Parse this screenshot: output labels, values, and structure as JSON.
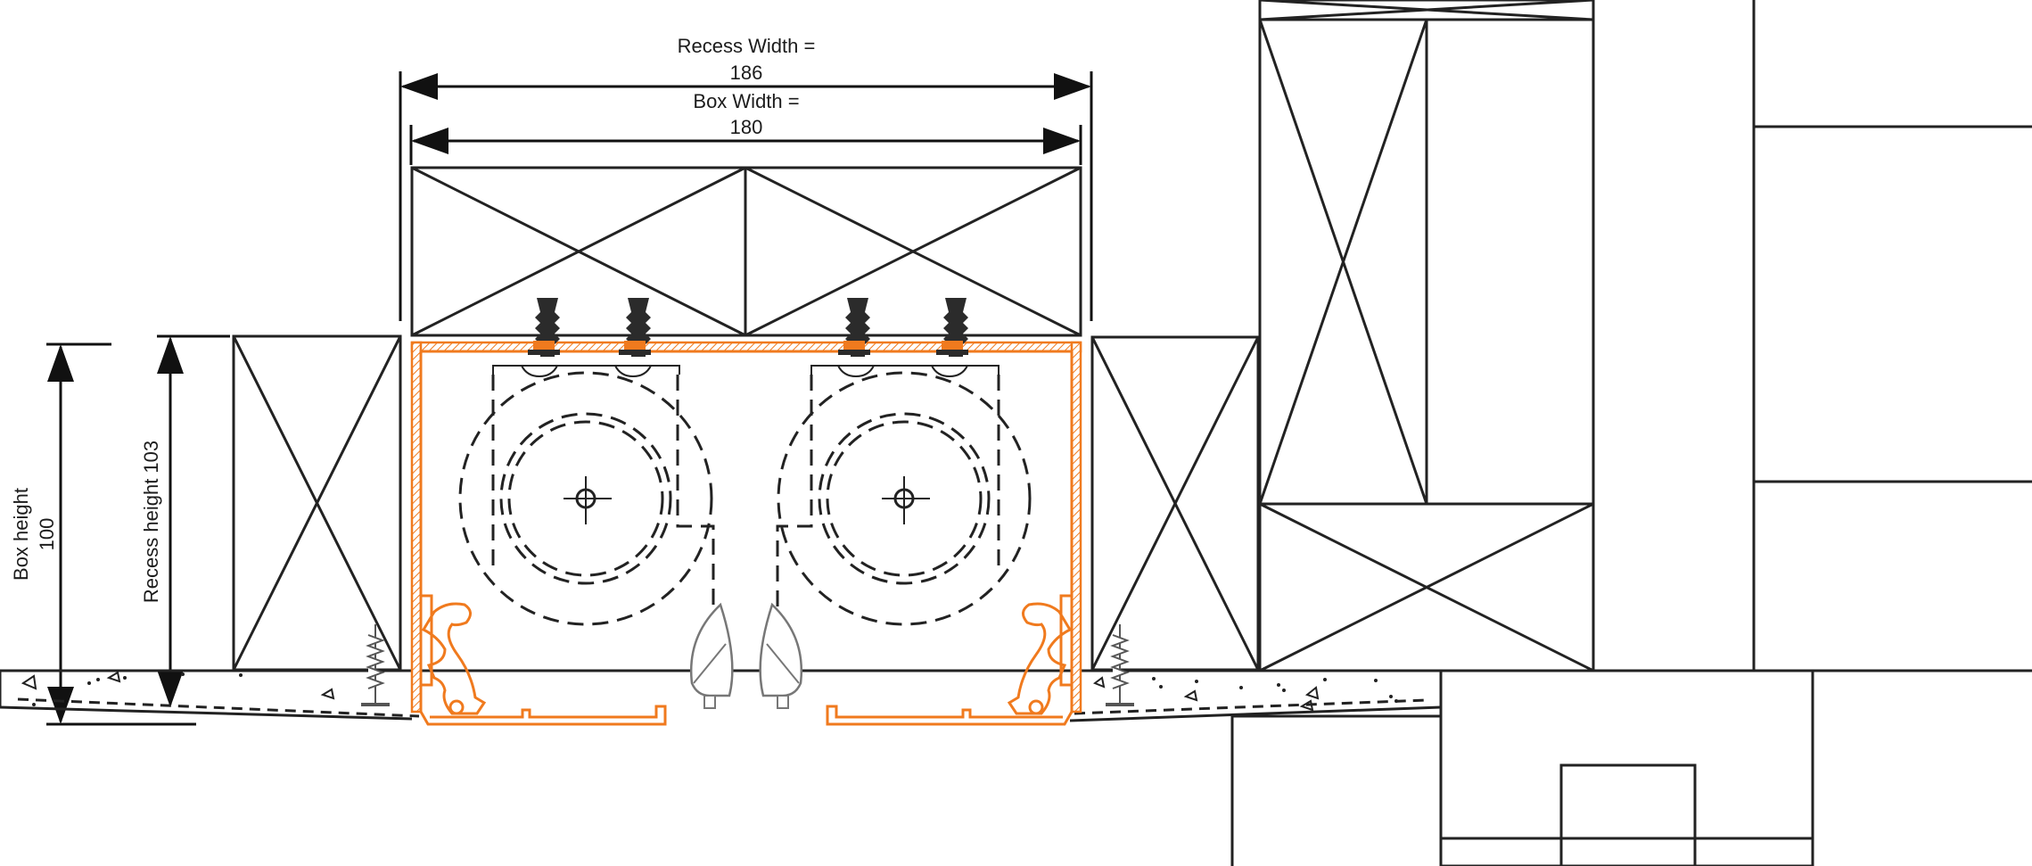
{
  "colors": {
    "accent": "#f07a1e",
    "line": "#222222"
  },
  "dimensions": {
    "recess_width_label": "Recess Width =",
    "recess_width_value": "186",
    "box_width_label": "Box Width =",
    "box_width_value": "180",
    "box_height_label": "Box height",
    "box_height_value": "100",
    "recess_height_label": "Recess height 103"
  }
}
